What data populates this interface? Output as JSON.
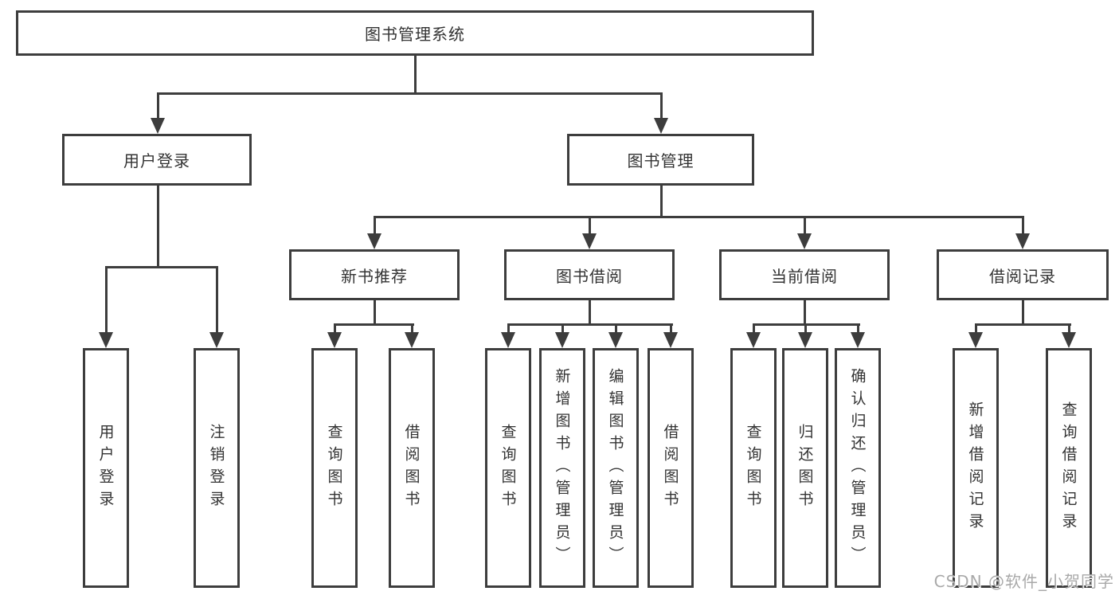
{
  "tree": {
    "root": {
      "label": "图书管理系统"
    },
    "branches": [
      {
        "label": "用户登录",
        "children": [
          {
            "label": "用户登录"
          },
          {
            "label": "注销登录"
          }
        ]
      },
      {
        "label": "图书管理",
        "children": [
          {
            "label": "新书推荐",
            "children": [
              {
                "label": "查询图书"
              },
              {
                "label": "借阅图书"
              }
            ]
          },
          {
            "label": "图书借阅",
            "children": [
              {
                "label": "查询图书"
              },
              {
                "label": "新增图书（管理员）"
              },
              {
                "label": "编辑图书（管理员）"
              },
              {
                "label": "借阅图书"
              }
            ]
          },
          {
            "label": "当前借阅",
            "children": [
              {
                "label": "查询图书"
              },
              {
                "label": "归还图书"
              },
              {
                "label": "确认归还（管理员）"
              }
            ]
          },
          {
            "label": "借阅记录",
            "children": [
              {
                "label": "新增借阅记录"
              },
              {
                "label": "查询借阅记录"
              }
            ]
          }
        ]
      }
    ]
  },
  "watermark": "CSDN @软件_小贺同学",
  "colors": {
    "line": "#3d3d3d",
    "text": "#333333",
    "watermark": "#a9a9a9",
    "background": "#ffffff"
  }
}
